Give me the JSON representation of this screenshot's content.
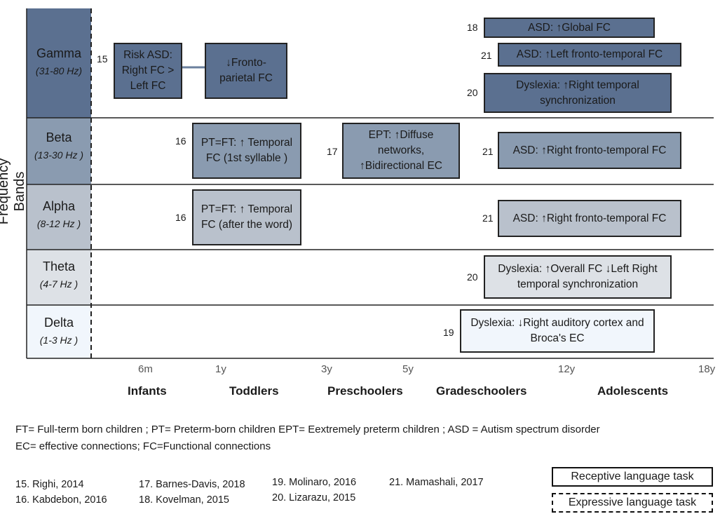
{
  "axis": {
    "y_title": "Frequency Bands",
    "ticks": [
      "6m",
      "1y",
      "3y",
      "5y",
      "12y",
      "18y"
    ],
    "stages": [
      "Infants",
      "Toddlers",
      "Preschoolers",
      "Gradeschoolers",
      "Adolescents"
    ]
  },
  "bands": [
    {
      "name": "Gamma",
      "range": "(31-80 Hz)",
      "color": "#5b7090"
    },
    {
      "name": "Beta",
      "range": "(13-30 Hz )",
      "color": "#8a9bb0"
    },
    {
      "name": "Alpha",
      "range": "(8-12 Hz )",
      "color": "#b9c1cc"
    },
    {
      "name": "Theta",
      "range": "(4-7 Hz )",
      "color": "#dde1e6"
    },
    {
      "name": "Delta",
      "range": "(1-3 Hz )",
      "color": "#f1f6fc"
    }
  ],
  "findings": [
    {
      "id": "gamma-risk-asd",
      "band": "Gamma",
      "ref": "15",
      "text": "Risk ASD: Right FC > Left FC",
      "task": "receptive"
    },
    {
      "id": "gamma-fronto-parietal",
      "band": "Gamma",
      "ref": "",
      "text": "↓Fronto- parietal FC",
      "task": "receptive"
    },
    {
      "id": "gamma-asd-global",
      "band": "Gamma",
      "ref": "18",
      "text": "ASD: ↑Global FC",
      "task": "receptive"
    },
    {
      "id": "gamma-asd-left-ft",
      "band": "Gamma",
      "ref": "21",
      "text": "ASD: ↑Left fronto-temporal FC",
      "task": "receptive"
    },
    {
      "id": "gamma-dyslexia",
      "band": "Gamma",
      "ref": "20",
      "text": "Dyslexia: ↑Right temporal synchronization",
      "task": "receptive"
    },
    {
      "id": "beta-pt-ft",
      "band": "Beta",
      "ref": "16",
      "text": "PT=FT: ↑ Temporal FC (1st syllable )",
      "task": "receptive"
    },
    {
      "id": "beta-ept",
      "band": "Beta",
      "ref": "17",
      "text": "EPT: ↑Diffuse networks, ↑Bidirectional EC",
      "task": "receptive"
    },
    {
      "id": "beta-asd",
      "band": "Beta",
      "ref": "21",
      "text": "ASD: ↑Right fronto-temporal FC",
      "task": "receptive"
    },
    {
      "id": "alpha-pt-ft",
      "band": "Alpha",
      "ref": "16",
      "text": "PT=FT: ↑ Temporal FC (after the word)",
      "task": "receptive"
    },
    {
      "id": "alpha-asd",
      "band": "Alpha",
      "ref": "21",
      "text": "ASD: ↑Right fronto-temporal FC",
      "task": "receptive"
    },
    {
      "id": "theta-dyslexia",
      "band": "Theta",
      "ref": "20",
      "text": "Dyslexia: ↑Overall FC ↓Left Right temporal synchronization",
      "task": "receptive"
    },
    {
      "id": "delta-dyslexia",
      "band": "Delta",
      "ref": "19",
      "text": "Dyslexia: ↓Right auditory cortex and Broca's EC",
      "task": "receptive"
    }
  ],
  "abbreviations": {
    "line1": "FT= Full-term born children ; PT= Preterm-born children EPT= Eextremely preterm children ; ASD = Autism spectrum disorder",
    "line2": "EC= effective connections; FC=Functional connections"
  },
  "citations": [
    "15. Righi, 2014",
    "16. Kabdebon, 2016",
    "17. Barnes-Davis, 2018",
    "18. Kovelman, 2015",
    "19. Molinaro, 2016",
    "20. Lizarazu, 2015",
    "21. Mamashali, 2017"
  ],
  "legend": {
    "receptive": "Receptive language task",
    "expressive": "Expressive language task"
  }
}
